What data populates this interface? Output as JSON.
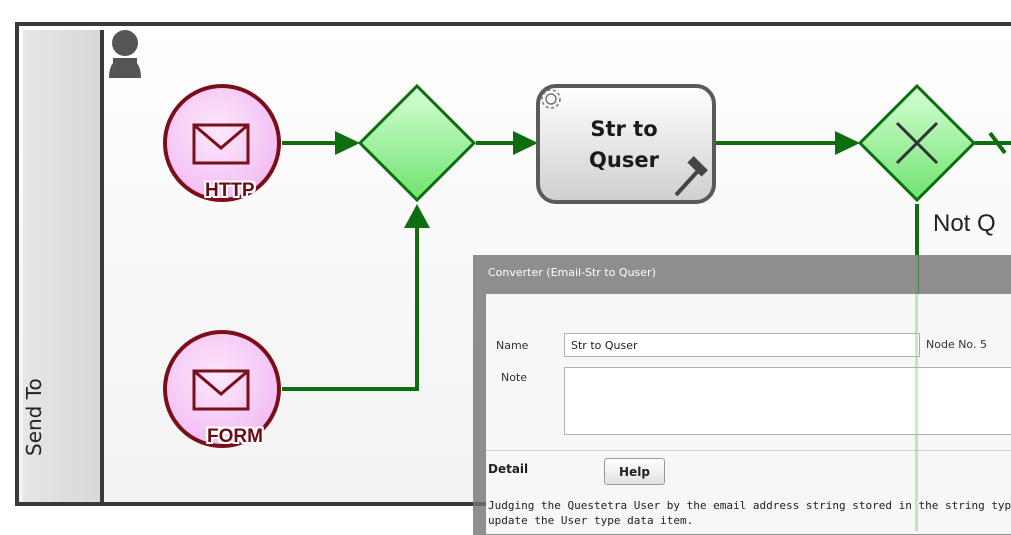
{
  "diagram": {
    "lane_title": "Send To",
    "task": {
      "title_line1": "Str to",
      "title_line2": "Quser"
    },
    "events": {
      "http_label": "HTTP",
      "form_label": "FORM"
    },
    "flow_label": "Not Q"
  },
  "dialog": {
    "title": "Converter (Email-Str to Quser)",
    "name_label": "Name",
    "name_value": "Str to Quser",
    "node_label": "Node No. 5",
    "note_label": "Note",
    "detail_label": "Detail",
    "help_label": "Help",
    "detail_line1": "Judging the Questetra User by the email address string stored in the string type data",
    "detail_line2": "update the User type data item."
  },
  "colors": {
    "flow_green": "#0e6e0e",
    "event_pink": "#f7cdf7",
    "event_border": "#7a0f19",
    "gateway_green": "#8ef08e",
    "lane_border": "#3a3a3a"
  },
  "icons": [
    "user-icon",
    "envelope-icon",
    "gear-icon",
    "hammer-icon",
    "x-icon"
  ]
}
